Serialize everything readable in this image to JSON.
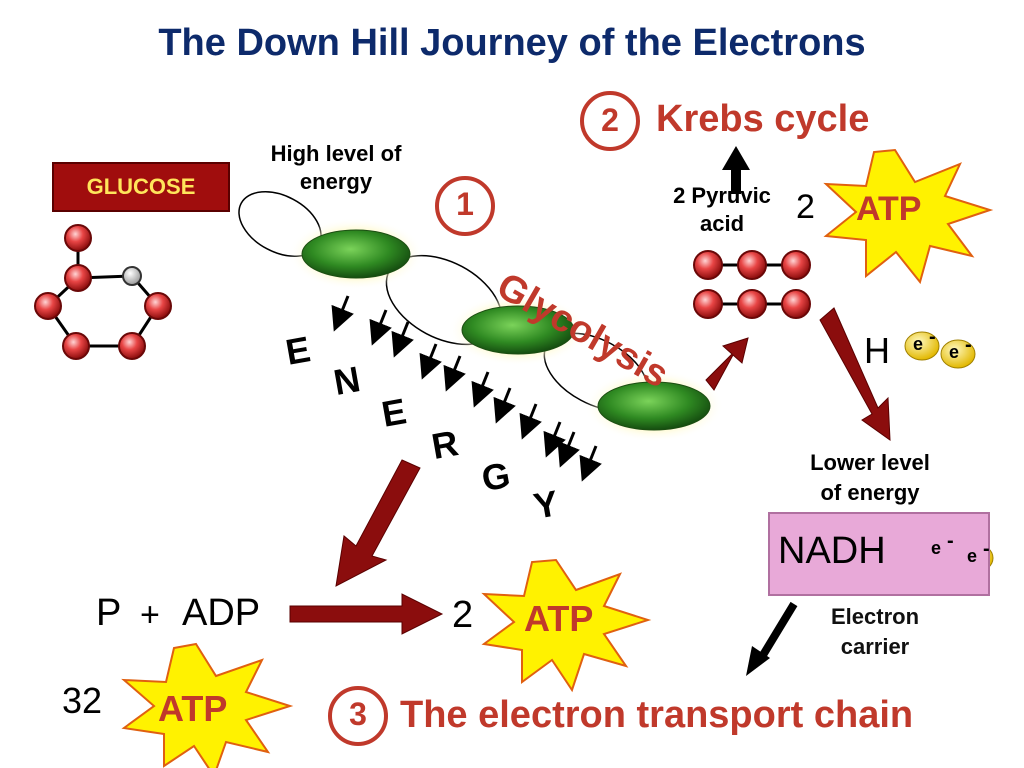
{
  "title": "The Down Hill Journey of the Electrons",
  "glucose": "GLUCOSE",
  "high_level": [
    "High level of",
    "energy"
  ],
  "step1": {
    "number": "1",
    "label": "Glycolysis"
  },
  "step2": {
    "number": "2",
    "label": "Krebs cycle"
  },
  "step3": {
    "number": "3",
    "label": "The electron transport chain"
  },
  "pyruvic": [
    "2 Pyruvic",
    "acid"
  ],
  "krebs_atp": {
    "count": "2",
    "label": "ATP"
  },
  "glycolysis_atp": {
    "count": "2",
    "label": "ATP"
  },
  "etc_atp": {
    "count": "32",
    "label": "ATP"
  },
  "energy_letters": [
    "E",
    "N",
    "E",
    "R",
    "G",
    "Y"
  ],
  "p_adp": {
    "p": "P",
    "plus": "+",
    "adp": "ADP"
  },
  "hydrogen": "H",
  "electron": "e",
  "minus": "-",
  "lower_level": [
    "Lower level",
    "of energy"
  ],
  "nadh": "NADH",
  "carrier": [
    "Electron",
    "carrier"
  ],
  "colors": {
    "title": "#0d2a6b",
    "accent_red": "#c0392b",
    "arrow": "#8b0d0d",
    "atom_fill": "#e23c3c",
    "burst": "#fff200",
    "electron": "#f5d400"
  }
}
